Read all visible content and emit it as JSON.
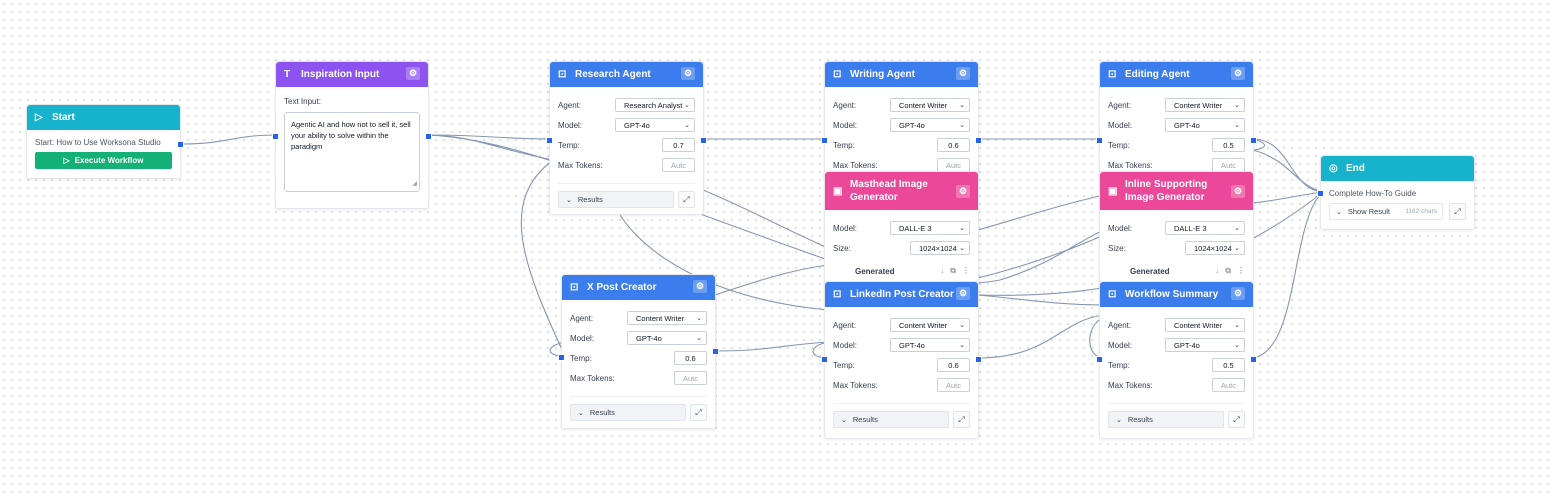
{
  "start": {
    "title": "Start",
    "subtitle": "Start: How to Use Worksona Studio",
    "execute_label": "Execute Workflow"
  },
  "inspiration": {
    "title": "Inspiration Input",
    "field_label": "Text Input:",
    "text": "Agentic AI and how not to sell it, sell your ability to solve within the paradigm"
  },
  "labels": {
    "agent": "Agent:",
    "model": "Model:",
    "temp": "Temp:",
    "max_tokens": "Max Tokens:",
    "size": "Size:",
    "results": "Results",
    "token_placeholder": "Autc",
    "generated": "Generated"
  },
  "research": {
    "title": "Research Agent",
    "agent": "Research Analyst",
    "model": "GPT-4o",
    "temp": "0.7"
  },
  "writing": {
    "title": "Writing Agent",
    "agent": "Content Writer",
    "model": "GPT-4o",
    "temp": "0.6"
  },
  "editing": {
    "title": "Editing Agent",
    "agent": "Content Writer",
    "model": "GPT-4o",
    "temp": "0.5"
  },
  "masthead": {
    "title": "Masthead Image Generator",
    "model": "DALL-E 3",
    "size": "1024×1024"
  },
  "inline_img": {
    "title": "Inline Supporting Image Generator",
    "model": "DALL-E 3",
    "size": "1024×1024"
  },
  "xpost": {
    "title": "X Post Creator",
    "agent": "Content Writer",
    "model": "GPT-4o",
    "temp": "0.6"
  },
  "linkedin": {
    "title": "LinkedIn Post Creator",
    "agent": "Content Writer",
    "model": "GPT-4o",
    "temp": "0.6"
  },
  "summary": {
    "title": "Workflow Summary",
    "agent": "Content Writer",
    "model": "GPT-4o",
    "temp": "0.5"
  },
  "end": {
    "title": "End",
    "subtitle": "Complete How-To Guide",
    "show_result": "Show Result",
    "chars": "1182 chars"
  },
  "colors": {
    "agent_header": "#3b7ded",
    "input_header": "#8c53f0",
    "terminal_header": "#17b3cc",
    "image_header": "#ec4899",
    "execute_button": "#13b077",
    "edge": "#8496b5"
  },
  "icons": {
    "start": "play-icon",
    "input": "text-icon",
    "agent": "robot-icon",
    "image": "image-icon",
    "end": "check-circle-icon",
    "settings": "gear-icon"
  }
}
